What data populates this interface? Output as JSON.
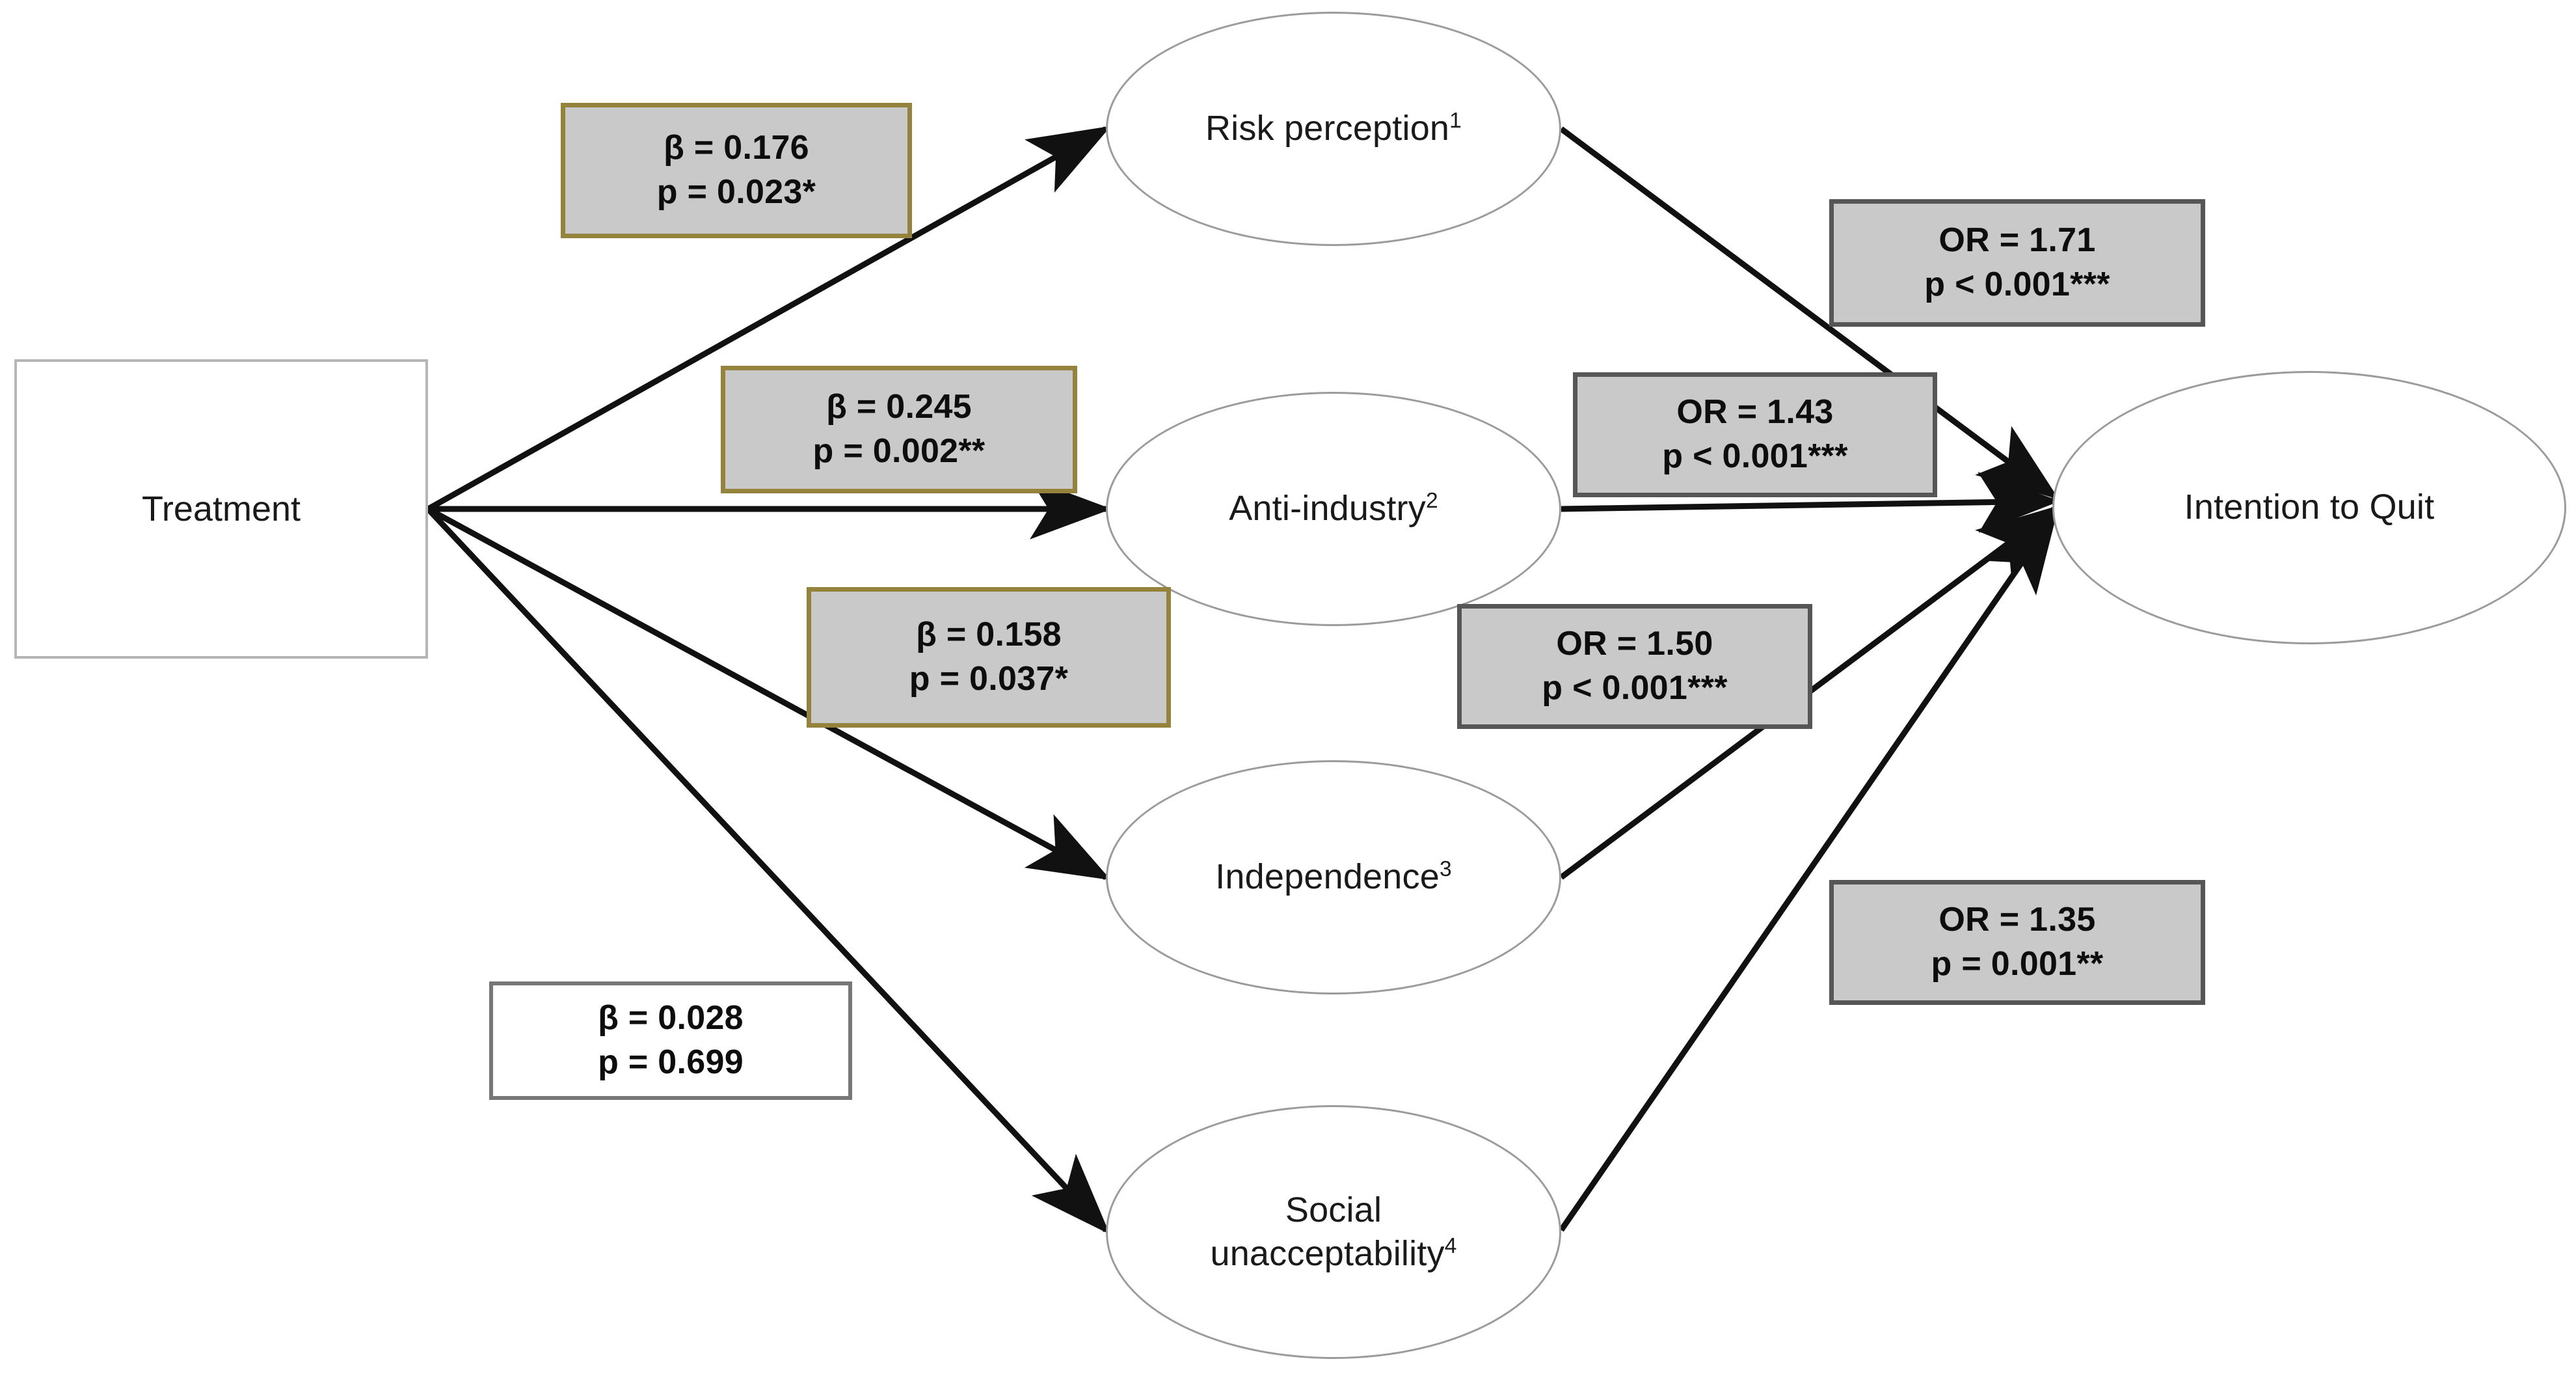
{
  "diagram": {
    "type": "path-mediation-model",
    "exposure": {
      "id": "treatment",
      "label": "Treatment",
      "shape": "rectangle"
    },
    "mediators": [
      {
        "id": "risk-perception",
        "label": "Risk perception",
        "superscript": "1",
        "shape": "ellipse"
      },
      {
        "id": "anti-industry",
        "label": "Anti-industry",
        "superscript": "2",
        "shape": "ellipse"
      },
      {
        "id": "independence",
        "label": "Independence",
        "superscript": "3",
        "shape": "ellipse"
      },
      {
        "id": "social-unacceptability",
        "label_line1": "Social",
        "label_line2": "unacceptability",
        "superscript": "4",
        "shape": "ellipse"
      }
    ],
    "outcome": {
      "id": "intention-to-quit",
      "label": "Intention to Quit",
      "shape": "ellipse"
    },
    "paths_a": [
      {
        "id": "a1",
        "from": "treatment",
        "to": "risk-perception",
        "coef_label": "β = 0.176",
        "p_label": "p = 0.023*",
        "beta": 0.176,
        "p": 0.023,
        "stars": "*",
        "significant": true,
        "box_style": "gold"
      },
      {
        "id": "a2",
        "from": "treatment",
        "to": "anti-industry",
        "coef_label": "β = 0.245",
        "p_label": "p = 0.002**",
        "beta": 0.245,
        "p": 0.002,
        "stars": "**",
        "significant": true,
        "box_style": "gold"
      },
      {
        "id": "a3",
        "from": "treatment",
        "to": "independence",
        "coef_label": "β = 0.158",
        "p_label": "p = 0.037*",
        "beta": 0.158,
        "p": 0.037,
        "stars": "*",
        "significant": true,
        "box_style": "gold"
      },
      {
        "id": "a4",
        "from": "treatment",
        "to": "social-unacceptability",
        "coef_label": "β = 0.028",
        "p_label": "p = 0.699",
        "beta": 0.028,
        "p": 0.699,
        "stars": "",
        "significant": false,
        "box_style": "white"
      }
    ],
    "paths_b": [
      {
        "id": "b1",
        "from": "risk-perception",
        "to": "intention-to-quit",
        "coef_label": "OR = 1.71",
        "p_label": "p < 0.001***",
        "or": 1.71,
        "p": 0.001,
        "stars": "***",
        "significant": true,
        "box_style": "gray"
      },
      {
        "id": "b2",
        "from": "anti-industry",
        "to": "intention-to-quit",
        "coef_label": "OR = 1.43",
        "p_label": "p < 0.001***",
        "or": 1.43,
        "p": 0.001,
        "stars": "***",
        "significant": true,
        "box_style": "gray"
      },
      {
        "id": "b3",
        "from": "independence",
        "to": "intention-to-quit",
        "coef_label": "OR = 1.50",
        "p_label": "p < 0.001***",
        "or": 1.5,
        "p": 0.001,
        "stars": "***",
        "significant": true,
        "box_style": "gray"
      },
      {
        "id": "b4",
        "from": "social-unacceptability",
        "to": "intention-to-quit",
        "coef_label": "OR = 1.35",
        "p_label": "p = 0.001**",
        "or": 1.35,
        "p": 0.001,
        "stars": "**",
        "significant": true,
        "box_style": "gray"
      }
    ],
    "colors": {
      "gold_border": "#95823c",
      "gray_border": "#565656",
      "white_border": "#777777",
      "box_fill": "#c9c9c9",
      "node_outline": "#9b9b9b",
      "edge": "#111111",
      "background": "#ffffff"
    }
  }
}
